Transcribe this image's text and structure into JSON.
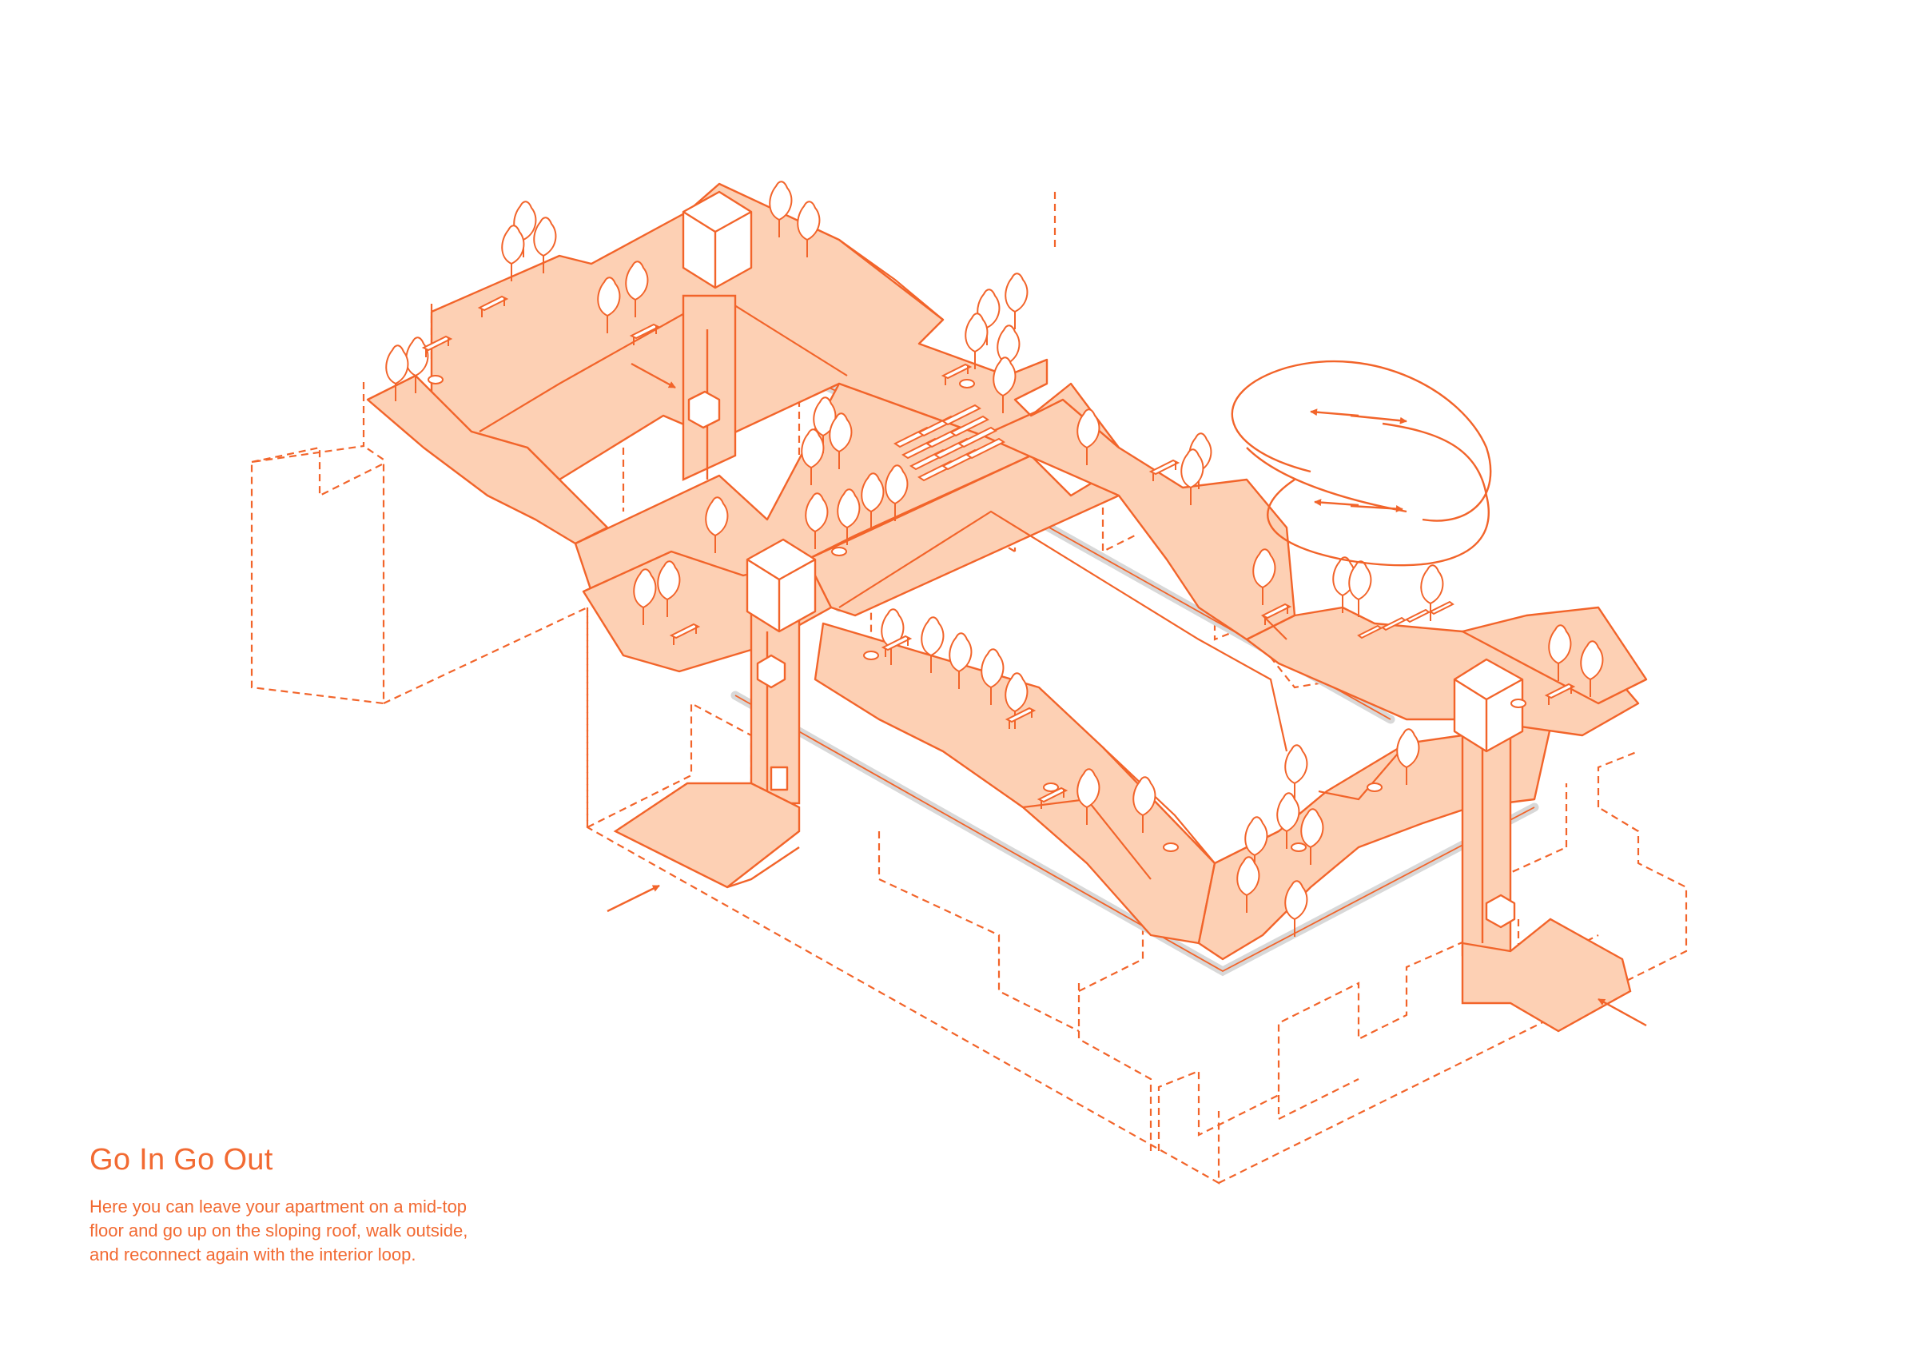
{
  "colors": {
    "line": "#f2642a",
    "fill": "#fdd0b4",
    "corridor": "#d8d8d8",
    "background": "#ffffff"
  },
  "caption": {
    "title": "Go In Go Out",
    "lines": [
      "Here you can leave your apartment on a mid-top",
      "floor and go  up on the sloping roof, walk outside,",
      "and reconnect again with the interior loop."
    ]
  },
  "icons": [
    "entry-arrow-icon",
    "circulation-loop-icon",
    "tree-icon",
    "bench-icon",
    "cafe-table-icon",
    "lounger-icon",
    "core-box-icon"
  ]
}
